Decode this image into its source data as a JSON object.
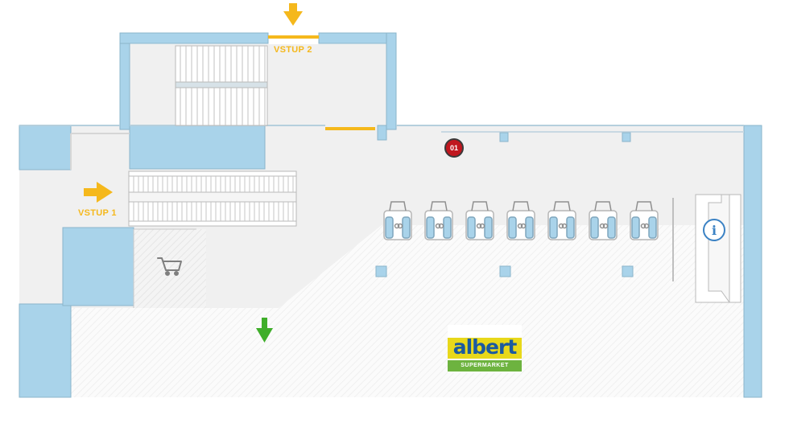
{
  "entrances": [
    {
      "label": "VSTUP 1",
      "color": "#f5b81c"
    },
    {
      "label": "VSTUP 2",
      "color": "#f5b81c"
    }
  ],
  "exit_arrow_color": "#3fae2a",
  "shop_marker": {
    "label": "01",
    "color": "#c0171f"
  },
  "info_point": {
    "icon": "info-icon",
    "glyph": "i",
    "color": "#3b82c4"
  },
  "store": {
    "brand": "albert",
    "subtitle": "SUPERMARKET",
    "brand_colors": [
      "#1b5aa0",
      "#e8d81a",
      "#6db33f"
    ]
  },
  "colors": {
    "wall": "#a9d3ea",
    "wall_border": "#8ab4cb",
    "floor": "#f0f0f0",
    "store_floor": "#fafafa"
  },
  "icons": [
    "shopping-cart-icon",
    "arrow-right-icon",
    "arrow-down-icon",
    "info-icon",
    "checkout-counter-icon"
  ]
}
